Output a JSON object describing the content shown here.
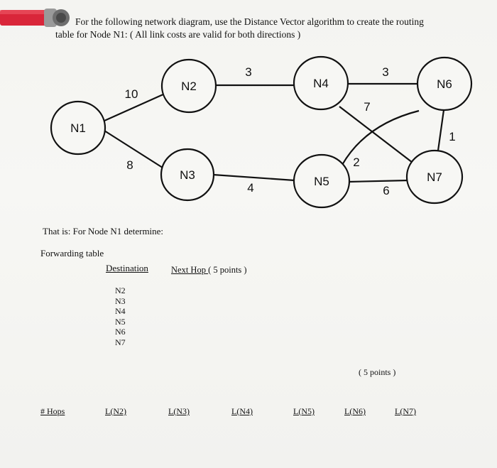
{
  "prompt": {
    "line1": "For the following network diagram, use the Distance Vector algorithm to create the routing",
    "line2": "table for Node N1:  ( All link costs are valid for both directions )"
  },
  "nodes": {
    "n1": "N1",
    "n2": "N2",
    "n3": "N3",
    "n4": "N4",
    "n5": "N5",
    "n6": "N6",
    "n7": "N7"
  },
  "links": {
    "n1_n2": "10",
    "n1_n3": "8",
    "n2_n4": "3",
    "n3_n5": "4",
    "n4_n6": "3",
    "n4_n7": "7",
    "n5_n6": "2",
    "n5_n7": "6",
    "n6_n7": "1"
  },
  "task": {
    "intro": "That is: For Node N1 determine:",
    "forwarding_title": "Forwarding table",
    "col_destination": "Destination",
    "col_next_hop": "Next Hop ",
    "next_hop_points": "( 5 points )",
    "destinations": [
      "N2",
      "N3",
      "N4",
      "N5",
      "N6",
      "N7"
    ],
    "hops_points": "( 5 points )",
    "hops_label": "# Hops",
    "hops_cols": [
      "L(N2)",
      "L(N3)",
      "L(N4)",
      "L(N5)",
      "L(N6)",
      "L(N7)"
    ]
  },
  "colors": {
    "ink": "#111111",
    "paper": "#f5f5f2",
    "marker_red": "#d9263a"
  }
}
